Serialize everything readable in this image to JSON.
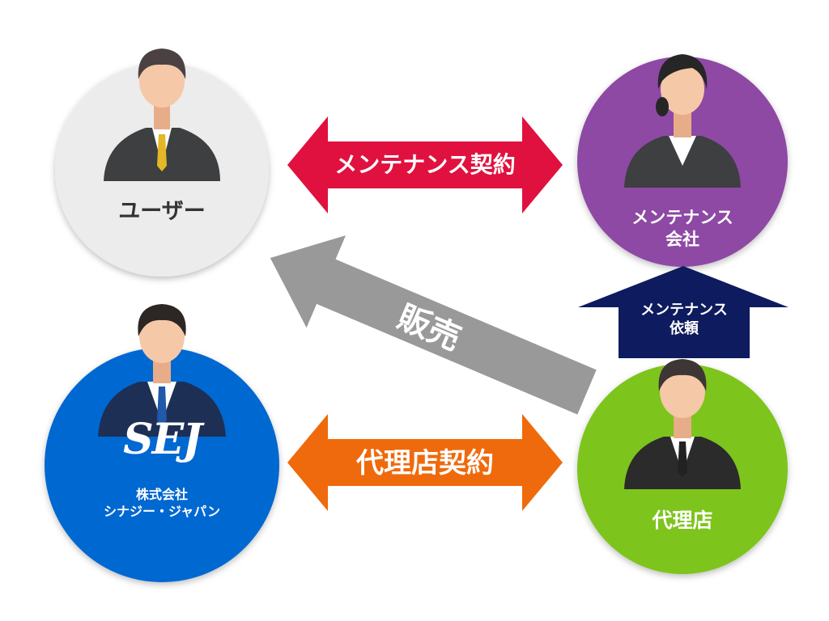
{
  "diagram": {
    "nodes": {
      "user": {
        "label": "ユーザー",
        "color": "#ececec"
      },
      "maintenance_company": {
        "label": "メンテナンス\n会社",
        "color": "#8e49a4"
      },
      "sej": {
        "logo_text": "SEJ",
        "label": "株式会社\nシナジー・ジャパン",
        "color": "#0067d1"
      },
      "agency": {
        "label": "代理店",
        "color": "#7dc41f"
      }
    },
    "arrows": {
      "maintenance_contract": {
        "label": "メンテナンス契約",
        "color": "#e0113f"
      },
      "agency_contract": {
        "label": "代理店契約",
        "color": "#ef6a0c"
      },
      "sales": {
        "label": "販売",
        "color": "#999999"
      },
      "maintenance_request": {
        "label": "メンテナンス\n依頼",
        "color": "#0e1b5e"
      }
    }
  }
}
